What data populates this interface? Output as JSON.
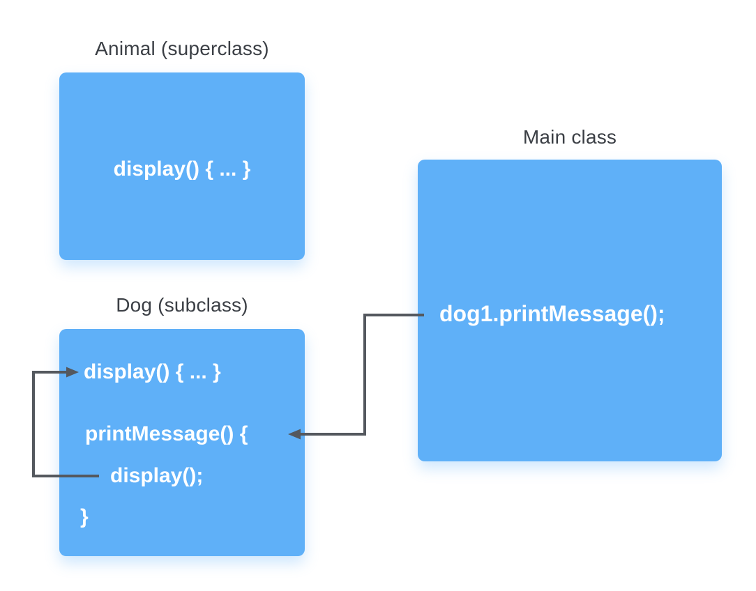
{
  "colors": {
    "box_fill": "#5fb0f8",
    "box_text": "#ffffff",
    "label_text": "#3b3f45",
    "arrow": "#54585e",
    "background": "#ffffff"
  },
  "nodes": {
    "animal": {
      "label": "Animal (superclass)",
      "body": "display() { ... }"
    },
    "dog": {
      "label": "Dog (subclass)",
      "lines": [
        "display() { ... }",
        "printMessage() {",
        "display();",
        "}"
      ]
    },
    "main": {
      "label": "Main class",
      "body": "dog1.printMessage();"
    }
  },
  "connections": [
    {
      "name": "main-call-to-printMessage",
      "from": "Main class: dog1.printMessage();",
      "to": "Dog (subclass): printMessage() {"
    },
    {
      "name": "display-call-to-overridden-display",
      "from": "Dog (subclass): display();",
      "to": "Dog (subclass): display() { ... }"
    }
  ]
}
